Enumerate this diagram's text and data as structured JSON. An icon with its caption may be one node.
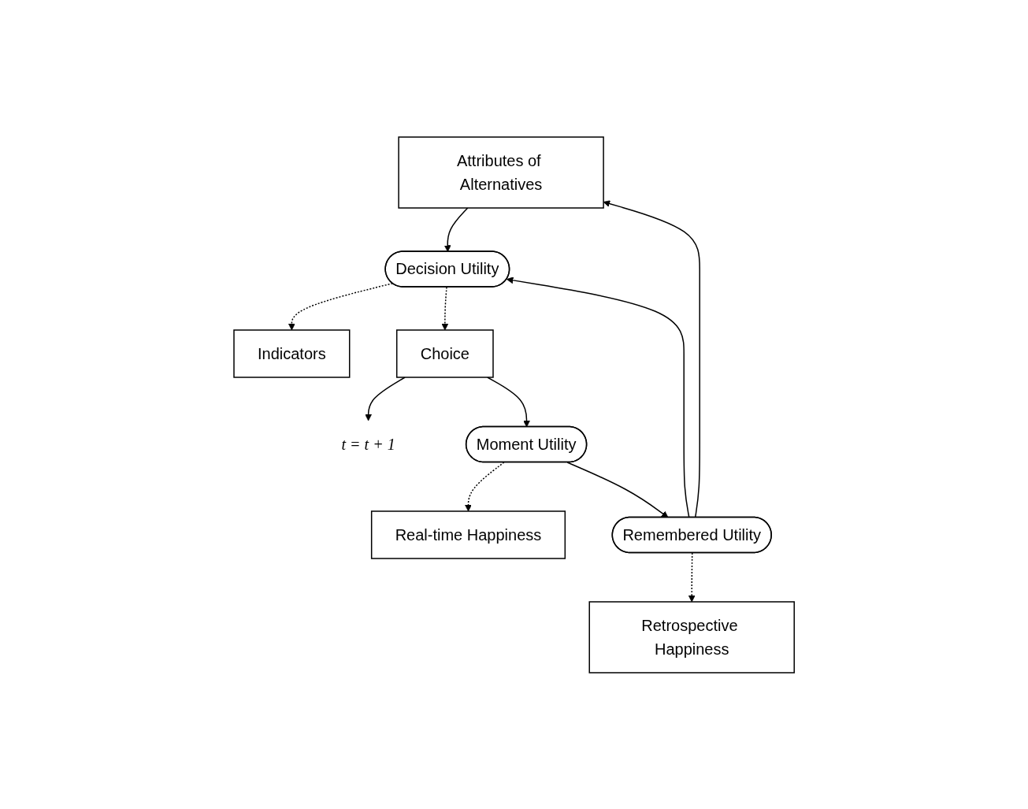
{
  "diagram": {
    "nodes": [
      {
        "text": [
          "Attributes of Alternatives"
        ]
      },
      {
        "text": [
          "Decision Utility"
        ]
      },
      {
        "text": [
          "Indicators"
        ]
      },
      {
        "text": [
          "Choice"
        ]
      },
      {
        "text": [
          "t = t + 1"
        ]
      },
      {
        "text": [
          "Moment Utility"
        ]
      },
      {
        "text": [
          "Real-time Happiness"
        ]
      },
      {
        "text": [
          "Remembered Utility"
        ]
      },
      {
        "text": [
          "Retrospective Happiness"
        ]
      }
    ],
    "edges": [
      {
        "from": 0,
        "to": 1,
        "arrow": "to"
      },
      {
        "from": 1,
        "to": 2,
        "arrow": "to",
        "style": "dashed"
      },
      {
        "from": 1,
        "to": 3,
        "arrow": "to",
        "style": "dashed"
      },
      {
        "from": 3,
        "to": 4,
        "arrow": "to"
      },
      {
        "from": 3,
        "to": 5,
        "arrow": "to"
      },
      {
        "from": 5,
        "to": 6,
        "arrow": "to",
        "style": "dashed"
      },
      {
        "from": 5,
        "to": 7,
        "arrow": "to"
      },
      {
        "from": 7,
        "to": 8,
        "arrow": "to",
        "style": "dashed"
      },
      {
        "from": 7,
        "to": 0,
        "arrow": "to"
      },
      {
        "from": 7,
        "to": 1,
        "arrow": "to"
      }
    ]
  }
}
